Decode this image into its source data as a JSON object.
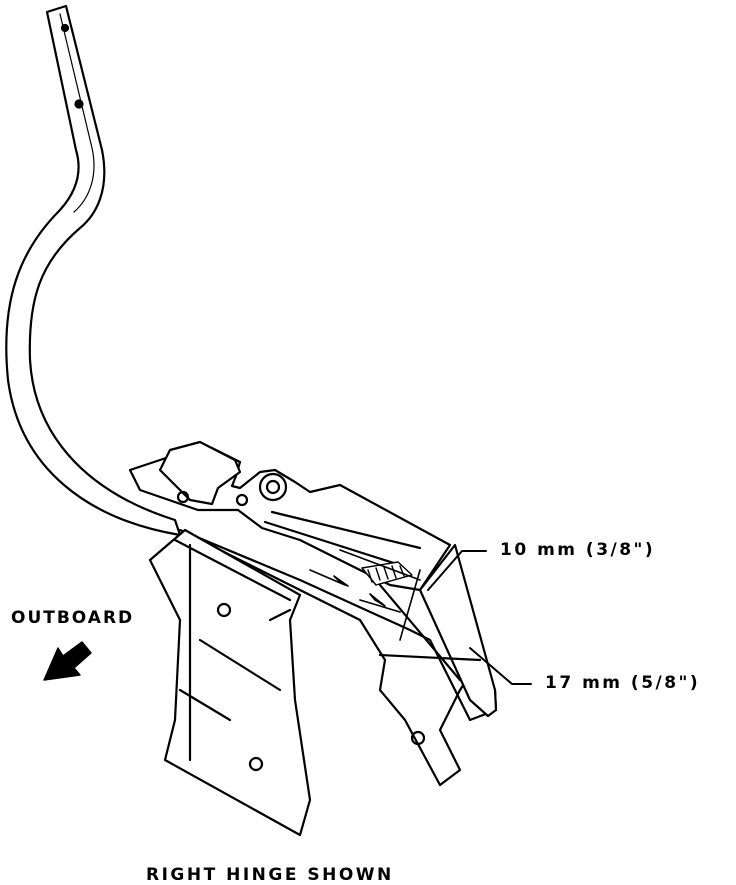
{
  "labels": {
    "outboard": "OUTBOARD",
    "dimension_upper": "10 mm (3/8\")",
    "dimension_lower": "17 mm (5/8\")",
    "caption": "RIGHT HINGE SHOWN"
  },
  "colors": {
    "ink": "#000000",
    "paper": "#ffffff"
  },
  "icons": {
    "direction_arrow": "arrow-down-left-icon"
  }
}
